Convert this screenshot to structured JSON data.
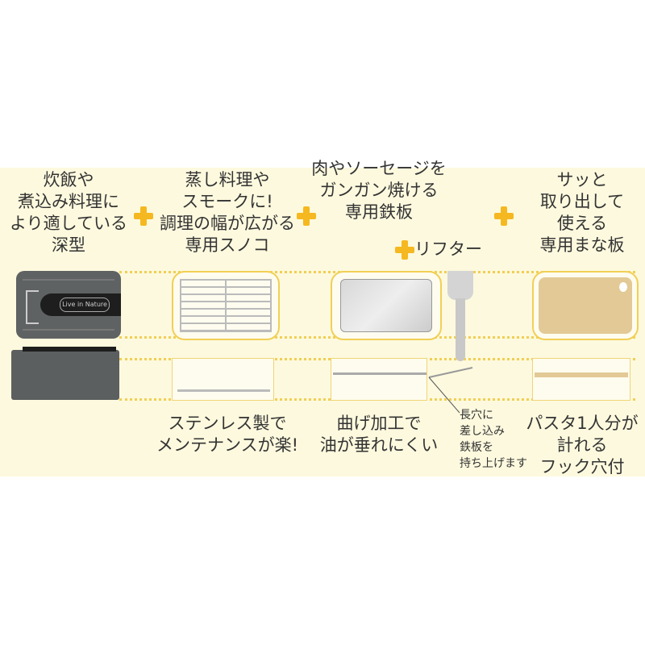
{
  "accent_color": "#f5b820",
  "background_color": "#fdf9de",
  "columns": [
    {
      "title": [
        "炊飯や",
        "煮込み料理に",
        "より適している",
        "深型"
      ],
      "note": []
    },
    {
      "title": [
        "蒸し料理や",
        "スモークに!",
        "調理の幅が広がる",
        "専用スノコ"
      ],
      "note": [
        "ステンレス製で",
        "メンテナンスが楽!"
      ]
    },
    {
      "title": [
        "肉やソーセージを",
        "ガンガン焼ける",
        "専用鉄板"
      ],
      "note": [
        "曲げ加工で",
        "油が垂れにくい"
      ]
    },
    {
      "title": [
        "サッと",
        "取り出して",
        "使える",
        "専用まな板"
      ],
      "note": [
        "パスタ1人分が",
        "計れる",
        "フック穴付"
      ]
    }
  ],
  "lifter": {
    "label": "リフター",
    "note": [
      "長穴に",
      "差し込み",
      "鉄板を",
      "持ち上げます"
    ]
  },
  "lid_logo_text": "Live in Nature",
  "icons": [
    "plus-icon"
  ]
}
